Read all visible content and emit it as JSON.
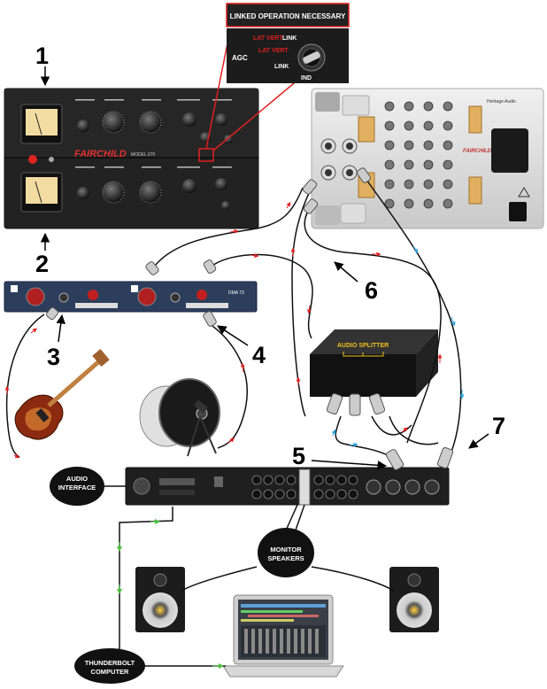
{
  "callout": {
    "header": "LINKED OPERATION NECESSARY",
    "agc": "AGC",
    "lat_vert_link_red": "LAT VERT",
    "lat_vert_link_white": "LINK",
    "lat_vert": "LAT VERT",
    "link": "LINK",
    "ind": "IND"
  },
  "compressor": {
    "brand": "FAIRCHILD",
    "model": "MODEL 670"
  },
  "preamp": {
    "model": "DMA 73"
  },
  "patchbay": {
    "brand": "Heritage Audio"
  },
  "splitter": {
    "title": "AUDIO SPLITTER"
  },
  "labels": {
    "audio_interface": "AUDIO INTERFACE",
    "monitor_speakers": "MONITOR SPEAKERS",
    "thunderbolt_computer": "THUNDERBOLT COMPUTER"
  },
  "numbers": {
    "n1": "1",
    "n2": "2",
    "n3": "3",
    "n4": "4",
    "n5": "5",
    "n6": "6",
    "n7": "7"
  },
  "colors": {
    "cable_red_arrow": "#e02020",
    "cable_blue_arrow": "#2aa4e0",
    "cable_green_arrow": "#46c23c",
    "callout_red": "#e02020"
  }
}
